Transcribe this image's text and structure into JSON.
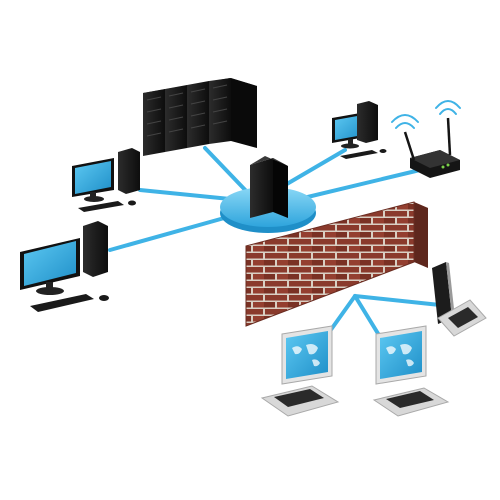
{
  "diagram": {
    "nodes": [
      {
        "id": "hub-server",
        "kind": "central-server-on-hub"
      },
      {
        "id": "server-rack",
        "kind": "server-rack-4-units"
      },
      {
        "id": "desktop-top-left",
        "kind": "desktop-computer"
      },
      {
        "id": "desktop-left",
        "kind": "desktop-computer"
      },
      {
        "id": "desktop-top-right",
        "kind": "desktop-computer"
      },
      {
        "id": "wifi-router",
        "kind": "wireless-router"
      },
      {
        "id": "firewall",
        "kind": "brick-wall"
      },
      {
        "id": "laptop-left",
        "kind": "laptop-world-map"
      },
      {
        "id": "laptop-center",
        "kind": "laptop-world-map"
      },
      {
        "id": "laptop-right",
        "kind": "laptop-side-view"
      }
    ],
    "edges": [
      {
        "from": "hub-server",
        "to": "server-rack"
      },
      {
        "from": "hub-server",
        "to": "desktop-top-left"
      },
      {
        "from": "hub-server",
        "to": "desktop-left"
      },
      {
        "from": "hub-server",
        "to": "desktop-top-right"
      },
      {
        "from": "hub-server",
        "to": "wifi-router"
      },
      {
        "from": "firewall",
        "to": "laptop-left"
      },
      {
        "from": "firewall",
        "to": "laptop-center"
      },
      {
        "from": "firewall",
        "to": "laptop-right"
      }
    ]
  },
  "colors": {
    "cable": "#3fb3e6",
    "hub": "#4cc0ee",
    "device": "#1a1a1a",
    "screen": "#2aa8e0",
    "brick": "#8a3a2c",
    "mortar": "#d9cfc3",
    "laptop_body": "#d8d8d8"
  }
}
